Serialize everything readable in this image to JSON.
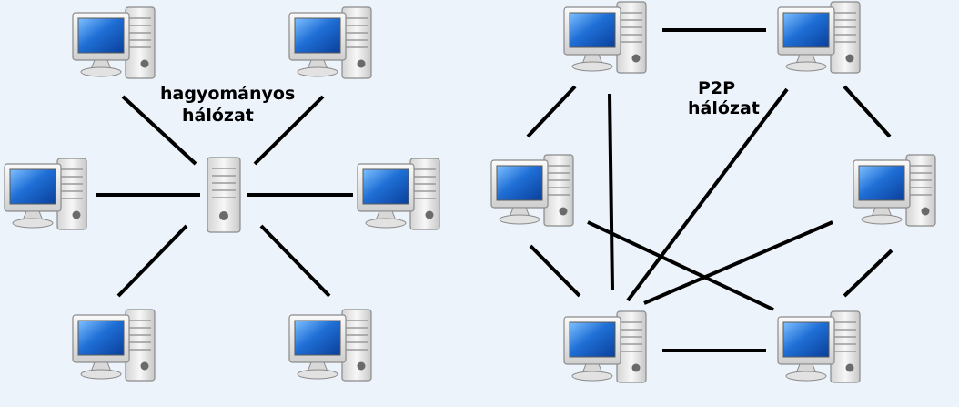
{
  "diagrams": [
    {
      "label_line1": "hagyományos",
      "label_line2": "hálózat"
    },
    {
      "label_line1": "P2P",
      "label_line2": "hálózat"
    }
  ],
  "colors": {
    "background": "#edf3fb",
    "link": "#000000",
    "screen": "#1f6fd6",
    "case": "#eeeeee"
  },
  "icons": {
    "computer": "desktop-computer-icon",
    "server": "server-tower-icon"
  }
}
